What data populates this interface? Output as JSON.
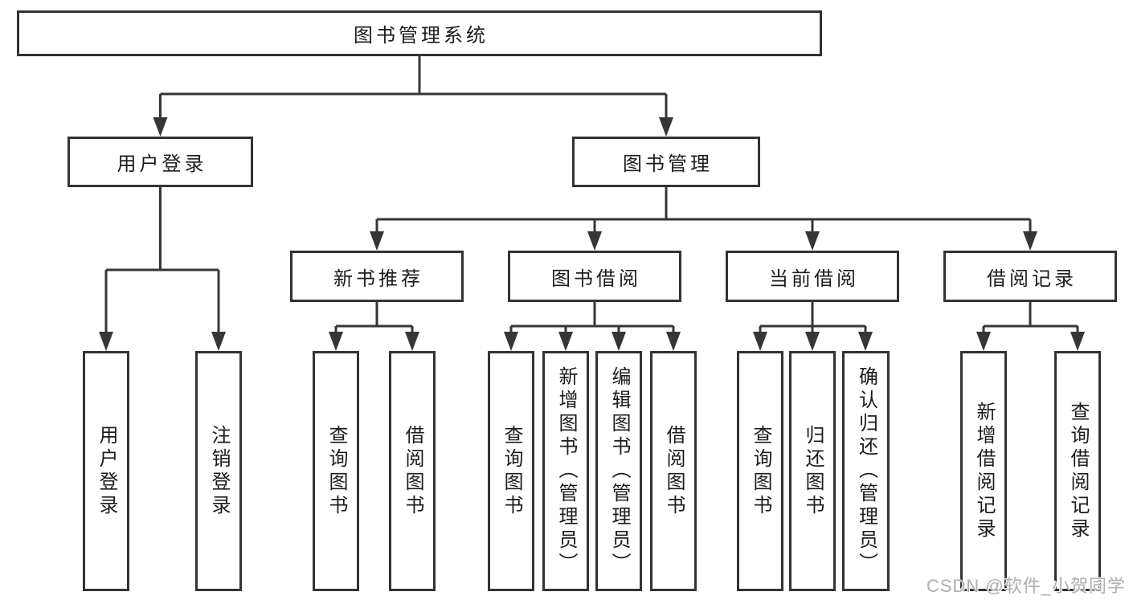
{
  "diagram": {
    "type": "hierarchy-diagram",
    "root": {
      "label": "图书管理系统"
    },
    "branches": [
      {
        "label": "用户登录",
        "children": [
          {
            "label": "用户登录"
          },
          {
            "label": "注销登录"
          }
        ]
      },
      {
        "label": "图书管理",
        "children": [
          {
            "label": "新书推荐",
            "children": [
              {
                "label": "查询图书"
              },
              {
                "label": "借阅图书"
              }
            ]
          },
          {
            "label": "图书借阅",
            "children": [
              {
                "label": "查询图书"
              },
              {
                "label": "新增图书（管理员）"
              },
              {
                "label": "编辑图书（管理员）"
              },
              {
                "label": "借阅图书"
              }
            ]
          },
          {
            "label": "当前借阅",
            "children": [
              {
                "label": "查询图书"
              },
              {
                "label": "归还图书"
              },
              {
                "label": "确认归还（管理员）"
              }
            ]
          },
          {
            "label": "借阅记录",
            "children": [
              {
                "label": "新增借阅记录"
              },
              {
                "label": "查询借阅记录"
              }
            ]
          }
        ]
      }
    ]
  },
  "watermark": {
    "text": "CSDN @软件_小贺同学"
  },
  "colors": {
    "box_border": "#333333",
    "connector": "#363636",
    "text": "#1c1c1c",
    "watermark_text": "#b0b0b0",
    "background": "#ffffff"
  }
}
